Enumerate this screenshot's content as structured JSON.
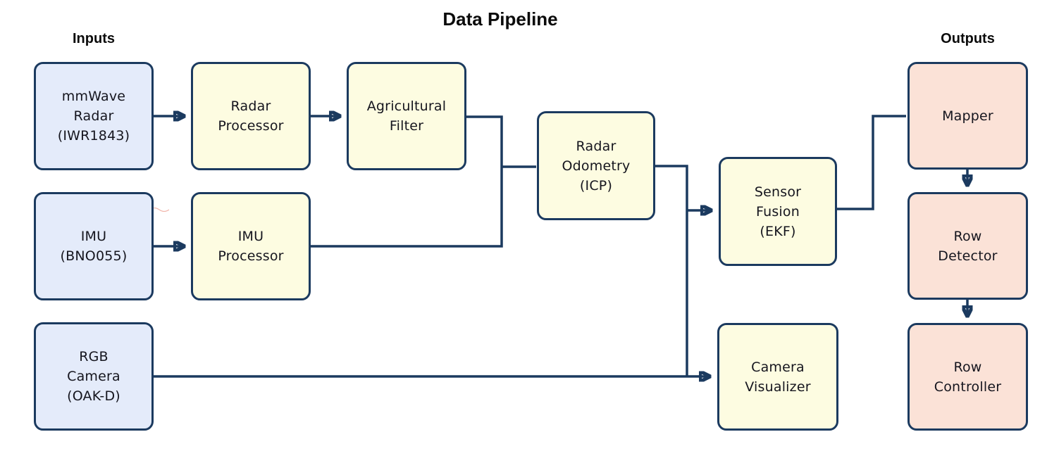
{
  "diagram": {
    "title": "Data Pipeline",
    "inputs_label": "Inputs",
    "outputs_label": "Outputs",
    "nodes": {
      "mmwave_radar": {
        "label": "mmWave\nRadar\n(IWR1843)",
        "group": "input"
      },
      "radar_processor": {
        "label": "Radar\nProcessor",
        "group": "process"
      },
      "agricultural_filter": {
        "label": "Agricultural\nFilter",
        "group": "process"
      },
      "imu": {
        "label": "IMU\n(BNO055)",
        "group": "input"
      },
      "imu_processor": {
        "label": "IMU\nProcessor",
        "group": "process"
      },
      "rgb_camera": {
        "label": "RGB\nCamera\n(OAK-D)",
        "group": "input"
      },
      "radar_odometry": {
        "label": "Radar\nOdometry\n(ICP)",
        "group": "process"
      },
      "sensor_fusion": {
        "label": "Sensor\nFusion\n(EKF)",
        "group": "process"
      },
      "camera_visualizer": {
        "label": "Camera\nVisualizer",
        "group": "process"
      },
      "mapper": {
        "label": "Mapper",
        "group": "output"
      },
      "row_detector": {
        "label": "Row\nDetector",
        "group": "output"
      },
      "row_controller": {
        "label": "Row\nController",
        "group": "output"
      }
    },
    "edges": [
      {
        "from": "mmWave Radar (IWR1843)",
        "to": "Radar Processor",
        "arrow": true
      },
      {
        "from": "Radar Processor",
        "to": "Agricultural Filter",
        "arrow": true
      },
      {
        "from": "Agricultural Filter",
        "to": "Radar Odometry (ICP)",
        "arrow": false
      },
      {
        "from": "IMU (BNO055)",
        "to": "IMU Processor",
        "arrow": true
      },
      {
        "from": "IMU Processor",
        "to": "Radar Odometry (ICP)",
        "arrow": false
      },
      {
        "from": "Radar Odometry (ICP)",
        "to": "Sensor Fusion (EKF)",
        "arrow": true
      },
      {
        "from": "Radar Odometry (ICP)",
        "to": "Camera Visualizer",
        "arrow": true
      },
      {
        "from": "RGB Camera (OAK-D)",
        "to": "Camera Visualizer",
        "arrow": true
      },
      {
        "from": "Sensor Fusion (EKF)",
        "to": "Mapper",
        "arrow": false
      },
      {
        "from": "Mapper",
        "to": "Row Detector",
        "arrow": true
      },
      {
        "from": "Row Detector",
        "to": "Row Controller",
        "arrow": true
      }
    ],
    "colors": {
      "input_fill": "#e4ebfa",
      "process_fill": "#fdfce1",
      "output_fill": "#fbe2d7",
      "border_and_lines": "#1b3a5f",
      "node_text": "#15151e",
      "title_text": "#0b0b0b"
    }
  }
}
